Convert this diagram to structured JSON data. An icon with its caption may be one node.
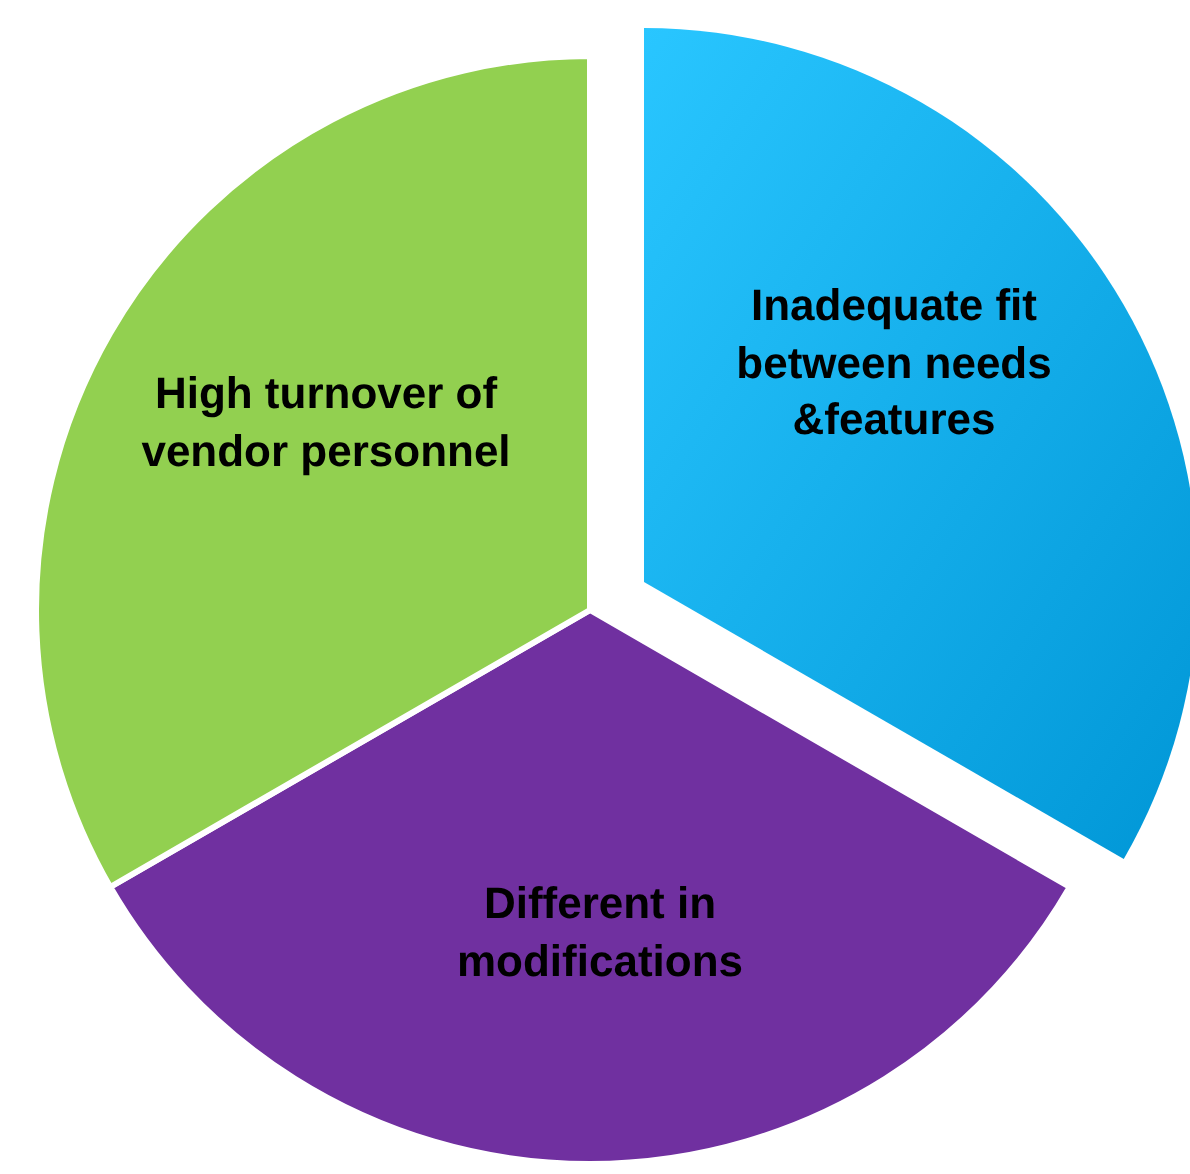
{
  "diagram": {
    "nodes": [
      {
        "text": [
          "Inadequate fit between needs &features"
        ]
      },
      {
        "text": [
          "Different in modifications"
        ]
      },
      {
        "text": [
          "High turnover of vendor personnel"
        ]
      }
    ]
  }
}
